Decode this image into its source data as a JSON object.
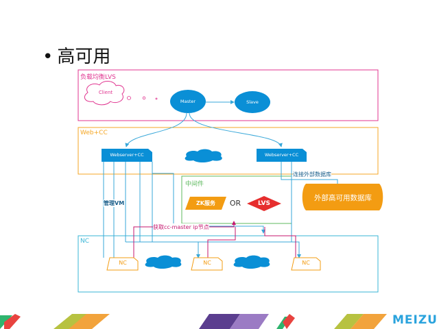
{
  "slide": {
    "bullet": "•",
    "title": "高可用"
  },
  "groups": {
    "lb": "负载均衡LVS",
    "web": "Web+CC",
    "middleware": "中间件",
    "nc": "NC"
  },
  "nodes": {
    "client": "Client",
    "dots": "o   o   •",
    "master": "Master",
    "slave": "Slave",
    "webserver_left": "Webserver+CC",
    "webserver_right": "Webserver+CC",
    "zk": "ZK服务",
    "or": "OR",
    "lvs": "LVS",
    "external_db": "外部高可用数据库",
    "nc1": "NC",
    "nc2": "NC",
    "nc3": "NC"
  },
  "edges": {
    "connect_db": "连接外部数据库",
    "manage_vm": "管理VM",
    "get_master_ip": "获取cc-master ip节点"
  },
  "brand": {
    "logo": "MEIZU"
  },
  "colors": {
    "lb_border": "#e0338f",
    "web_border": "#f5a623",
    "middleware_border": "#5cb85c",
    "nc_border": "#37b5d6",
    "node_blue": "#0a8fd6",
    "orange": "#f39c12",
    "red": "#e62e2e",
    "edge": "#37a7d9",
    "edge_magenta": "#c4166e"
  }
}
